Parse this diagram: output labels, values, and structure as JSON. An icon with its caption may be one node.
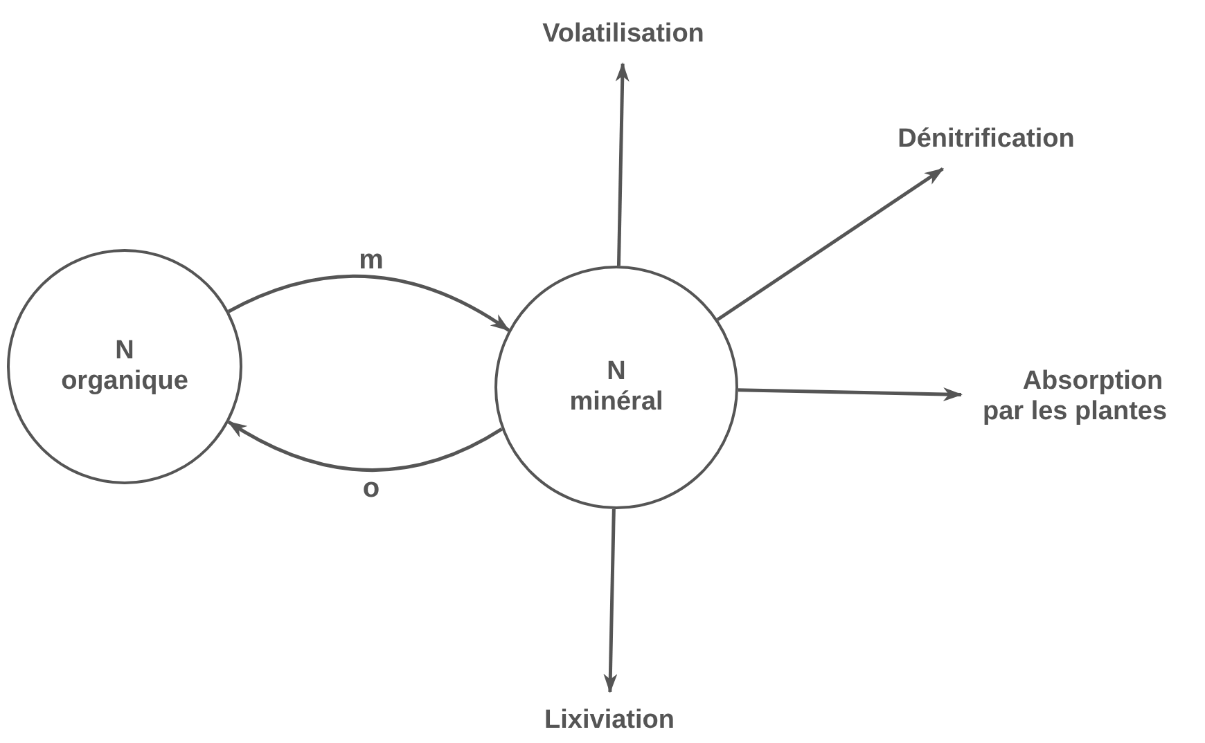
{
  "diagram": {
    "nodes": [
      {
        "text": [
          "N",
          "organique"
        ]
      },
      {
        "text": [
          "N",
          "minéral"
        ]
      },
      {
        "text": [
          "Volatilisation"
        ]
      },
      {
        "text": [
          "Dénitrification"
        ]
      },
      {
        "text": [
          "Absorption par les plantes"
        ]
      },
      {
        "text": [
          "Lixiviation"
        ]
      }
    ],
    "edges": [
      {
        "from": 0,
        "to": 1,
        "arrow": "to",
        "label": "m"
      },
      {
        "from": 1,
        "to": 0,
        "arrow": "to",
        "label": "o"
      },
      {
        "from": 1,
        "to": 2,
        "arrow": "to"
      },
      {
        "from": 1,
        "to": 3,
        "arrow": "to"
      },
      {
        "from": 1,
        "to": 4,
        "arrow": "to"
      },
      {
        "from": 1,
        "to": 5,
        "arrow": "to"
      }
    ]
  }
}
